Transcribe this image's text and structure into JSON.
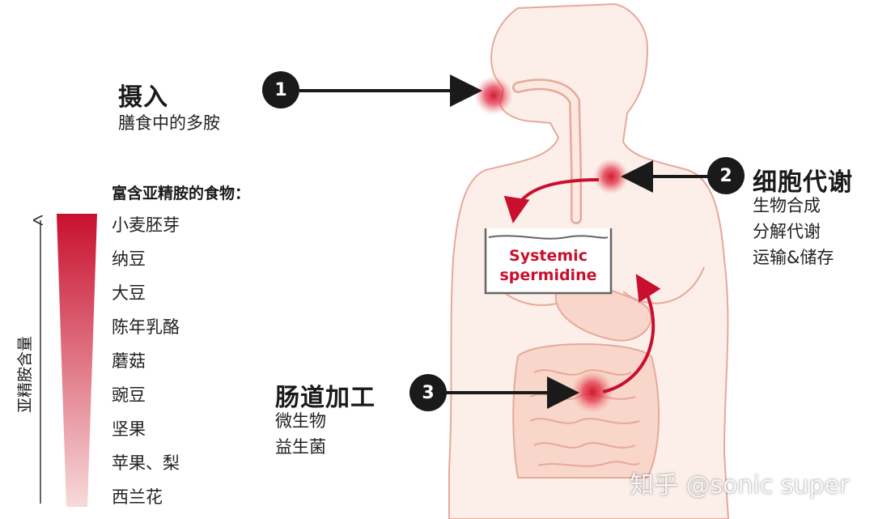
{
  "step1": {
    "badge": "1",
    "title": "摄入",
    "subtitle": "膳食中的多胺"
  },
  "step2": {
    "badge": "2",
    "title": "细胞代谢",
    "lines": [
      "生物合成",
      "分解代谢",
      "运输&储存"
    ]
  },
  "step3": {
    "badge": "3",
    "title": "肠道加工",
    "lines": [
      "微生物",
      "益生菌"
    ]
  },
  "container_label": [
    "Systemic",
    "spermidine"
  ],
  "foods": {
    "header": "富含亚精胺的食物：",
    "items": [
      "小麦胚芽",
      "纳豆",
      "大豆",
      "陈年乳酪",
      "蘑菇",
      "豌豆",
      "坚果",
      "苹果、梨",
      "西兰花"
    ]
  },
  "axis_label": "亚精胺含量",
  "watermark": "知乎 @sonic super",
  "colors": {
    "accent": "#c8102e",
    "body_fill": "#fbe8e0",
    "body_line": "#e6a99a",
    "badge": "#1a1a1a"
  }
}
